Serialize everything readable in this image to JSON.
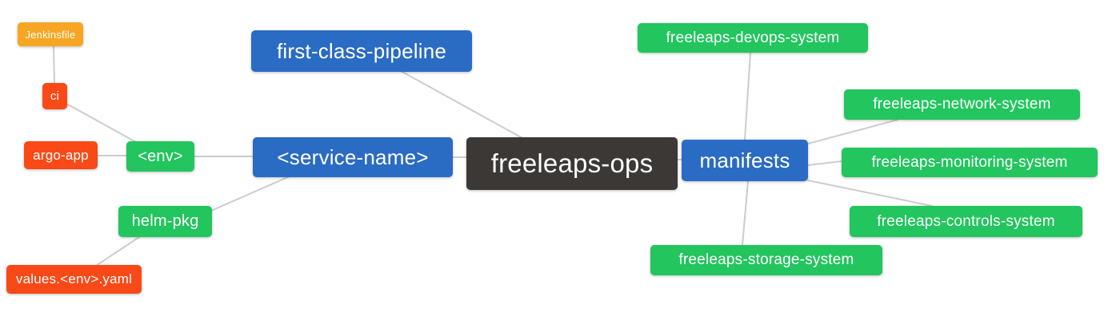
{
  "diagram": {
    "type": "mindmap",
    "root": "freeleaps-ops",
    "nodes": {
      "jenkinsfile": {
        "label": "Jenkinsfile",
        "color": "orange"
      },
      "ci": {
        "label": "ci",
        "color": "red"
      },
      "argo_app": {
        "label": "argo-app",
        "color": "red"
      },
      "env": {
        "label": "<env>",
        "color": "green"
      },
      "helm_pkg": {
        "label": "helm-pkg",
        "color": "green"
      },
      "values_env_yaml": {
        "label": "values.<env>.yaml",
        "color": "red"
      },
      "first_class_pipeline": {
        "label": "first-class-pipeline",
        "color": "blue"
      },
      "service_name": {
        "label": "<service-name>",
        "color": "blue"
      },
      "freeleaps_ops": {
        "label": "freeleaps-ops",
        "color": "dark"
      },
      "manifests": {
        "label": "manifests",
        "color": "blue"
      },
      "devops_system": {
        "label": "freeleaps-devops-system",
        "color": "green"
      },
      "network_system": {
        "label": "freeleaps-network-system",
        "color": "green"
      },
      "monitoring_system": {
        "label": "freeleaps-monitoring-system",
        "color": "green"
      },
      "controls_system": {
        "label": "freeleaps-controls-system",
        "color": "green"
      },
      "storage_system": {
        "label": "freeleaps-storage-system",
        "color": "green"
      }
    },
    "edges": [
      [
        "Jenkinsfile",
        "ci"
      ],
      [
        "ci",
        "<env>"
      ],
      [
        "argo-app",
        "<env>"
      ],
      [
        "<env>",
        "<service-name>"
      ],
      [
        "helm-pkg",
        "<service-name>"
      ],
      [
        "values.<env>.yaml",
        "helm-pkg"
      ],
      [
        "<service-name>",
        "freeleaps-ops"
      ],
      [
        "first-class-pipeline",
        "freeleaps-ops"
      ],
      [
        "freeleaps-ops",
        "manifests"
      ],
      [
        "manifests",
        "freeleaps-devops-system"
      ],
      [
        "manifests",
        "freeleaps-network-system"
      ],
      [
        "manifests",
        "freeleaps-monitoring-system"
      ],
      [
        "manifests",
        "freeleaps-controls-system"
      ],
      [
        "manifests",
        "freeleaps-storage-system"
      ]
    ],
    "colors": {
      "orange": "#F6A623",
      "red": "#F94917",
      "green": "#22C55E",
      "blue": "#2A6BC4",
      "dark": "#3B3836",
      "edge": "#CCCCCC",
      "text": "#FFFFFF",
      "background": "#FFFFFF"
    }
  }
}
